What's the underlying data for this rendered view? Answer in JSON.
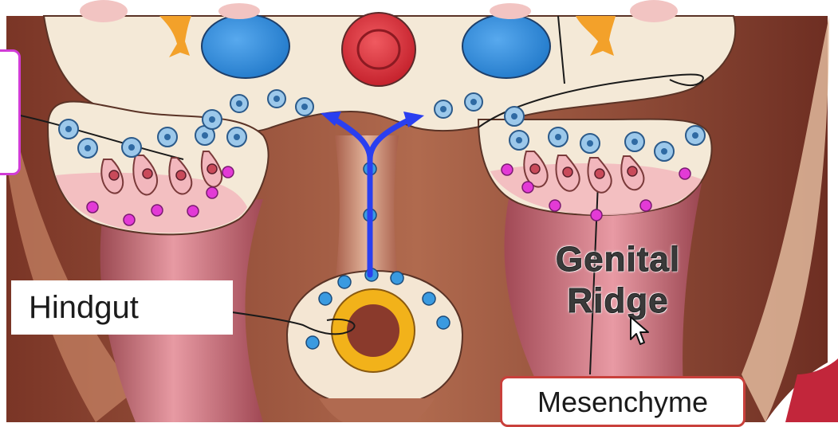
{
  "labels": {
    "hindgut": "Hindgut",
    "genital_ridge_line1": "Genital",
    "genital_ridge_line2": "Ridge",
    "mesenchyme": "Mesenchyme"
  },
  "colors": {
    "background": "#ffffff",
    "tissue_dark": "#8a3d2c",
    "tissue_light": "#f3e6d5",
    "ridge_pink": "#e58b93",
    "aorta_red": "#d8313b",
    "cardinal_blue": "#2e8fdd",
    "cell_blue": "#3c88c6",
    "germ_cell_magenta": "#e02bd4",
    "nerve_orange": "#f3a12a",
    "hindgut_yellow": "#f2b21a",
    "migration_arrow_blue": "#2a3ff0",
    "mesenchyme_border": "#c9403b",
    "frame_pink": "#d13cd6"
  },
  "icons": [
    "migration-arrow-icon",
    "mouse-cursor-icon"
  ]
}
